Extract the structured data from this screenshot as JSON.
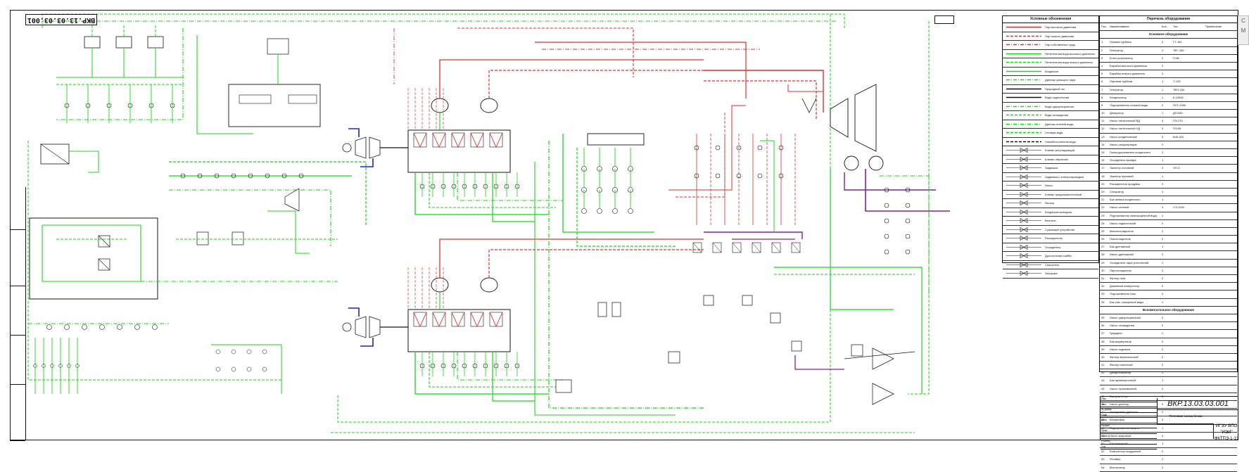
{
  "document": {
    "code": "ВКР.13.03.03.001",
    "code_rotated": "ВКР.13.03.03.001",
    "title": "Тепловая схема блока",
    "organization": "ИГЭУ ВПО \"ИЭИ\" ФКТПЭ-1-13"
  },
  "legend": {
    "header": "Условные обозначения",
    "items": [
      {
        "label": "Пар высокого давления",
        "color": "#e03030",
        "style": "solid"
      },
      {
        "label": "Пар низкого давления",
        "color": "#e03030",
        "style": "dashed"
      },
      {
        "label": "Пар собственных нужд",
        "color": "#e03030",
        "style": "dashdot"
      },
      {
        "label": "Питательная вода высокого давления",
        "color": "#18d818",
        "style": "solid"
      },
      {
        "label": "Питательная вода низкого давления",
        "color": "#18d818",
        "style": "dashed"
      },
      {
        "label": "Конденсат",
        "color": "#18d818",
        "style": "solid"
      },
      {
        "label": "Дренаж греющего пара",
        "color": "#18d818",
        "style": "dashdot"
      },
      {
        "label": "Природный газ",
        "color": "#111111",
        "style": "solid"
      },
      {
        "label": "Вода подпиточная",
        "color": "#111111",
        "style": "solid"
      },
      {
        "label": "Вода циркуляционная",
        "color": "#18d818",
        "style": "dashdot"
      },
      {
        "label": "Вода охлаждения",
        "color": "#18d818",
        "style": "dashed"
      },
      {
        "label": "Дренаж сетевой воды",
        "color": "#18d818",
        "style": "dashdot"
      },
      {
        "label": "Сетевая вода",
        "color": "#18d818",
        "style": "dashed"
      },
      {
        "label": "Химобессоленная вода",
        "color": "#111111",
        "style": "dashed"
      },
      {
        "label": "Клапан регулирующий",
        "color": "#111111",
        "style": "symbol"
      },
      {
        "label": "Клапан обратный",
        "color": "#111111",
        "style": "symbol"
      },
      {
        "label": "Задвижка",
        "color": "#111111",
        "style": "symbol"
      },
      {
        "label": "Задвижка с электроприводом",
        "color": "#111111",
        "style": "symbol"
      },
      {
        "label": "Насос",
        "color": "#111111",
        "style": "symbol"
      },
      {
        "label": "Клапан предохранительный",
        "color": "#111111",
        "style": "symbol"
      },
      {
        "label": "Фильтр",
        "color": "#111111",
        "style": "symbol"
      },
      {
        "label": "Конденсатоотводчик",
        "color": "#111111",
        "style": "symbol"
      },
      {
        "label": "Вентиль",
        "color": "#111111",
        "style": "symbol"
      },
      {
        "label": "Сужающее устройство",
        "color": "#111111",
        "style": "symbol"
      },
      {
        "label": "Расширитель",
        "color": "#111111",
        "style": "symbol"
      },
      {
        "label": "Охладитель",
        "color": "#111111",
        "style": "symbol"
      },
      {
        "label": "Дроссельная шайба",
        "color": "#111111",
        "style": "symbol"
      },
      {
        "label": "Смеситель",
        "color": "#111111",
        "style": "symbol"
      },
      {
        "label": "Заглушка",
        "color": "#111111",
        "style": "symbol"
      }
    ]
  },
  "spec": {
    "header": "Перечень оборудования",
    "columns": [
      "Поз.",
      "Наименование",
      "Кол.",
      "Тип",
      "Примечание"
    ],
    "section_main": "Основное оборудование",
    "section_aux": "Вспомогательное оборудование",
    "rows_main": [
      [
        "1",
        "Газовая турбина",
        "2",
        "ГТ-160",
        ""
      ],
      [
        "2",
        "Генератор",
        "2",
        "ТФГ-160",
        ""
      ],
      [
        "3",
        "Котел-утилизатор",
        "2",
        "П-88",
        ""
      ],
      [
        "4",
        "Барабан высокого давления",
        "2",
        "",
        ""
      ],
      [
        "5",
        "Барабан низкого давления",
        "2",
        "",
        ""
      ],
      [
        "6",
        "Паровая турбина",
        "1",
        "Т-125",
        ""
      ],
      [
        "7",
        "Генератор",
        "1",
        "ТФП-160",
        ""
      ],
      [
        "8",
        "Конденсатор",
        "1",
        "К-10000",
        ""
      ],
      [
        "9",
        "Подогреватель сетевой воды",
        "2",
        "ПСГ-2300",
        ""
      ],
      [
        "10",
        "Деаэратор",
        "1",
        "ДП-500",
        ""
      ],
      [
        "11",
        "Насос питательный ВД",
        "3",
        "ПЭ-270",
        ""
      ],
      [
        "12",
        "Насос питательный НД",
        "3",
        "ПЭ-65",
        ""
      ],
      [
        "13",
        "Насос конденсатный",
        "3",
        "КсВ-320",
        ""
      ],
      [
        "14",
        "Насос рециркуляции",
        "2",
        "",
        ""
      ],
      [
        "15",
        "Газоподогреватель конденсата",
        "2",
        "",
        ""
      ],
      [
        "16",
        "Охладитель выпара",
        "1",
        "",
        ""
      ],
      [
        "17",
        "Эжектор основной",
        "2",
        "ЭП-3",
        ""
      ],
      [
        "18",
        "Эжектор пусковой",
        "1",
        "",
        ""
      ],
      [
        "19",
        "Расширитель продувки",
        "2",
        "",
        ""
      ],
      [
        "20",
        "Сепаратор",
        "2",
        "",
        ""
      ],
      [
        "21",
        "Бак запаса конденсата",
        "1",
        "",
        ""
      ],
      [
        "22",
        "Насос сетевой",
        "3",
        "СЭ-1250",
        ""
      ],
      [
        "23",
        "Подогреватель химочищенной воды",
        "1",
        "",
        ""
      ],
      [
        "24",
        "Насос подпиточный",
        "2",
        "",
        ""
      ],
      [
        "25",
        "Маслоохладитель",
        "2",
        "",
        ""
      ],
      [
        "26",
        "Газоохладитель",
        "2",
        "",
        ""
      ],
      [
        "27",
        "Бак дренажный",
        "1",
        "",
        ""
      ],
      [
        "28",
        "Насос дренажный",
        "2",
        "",
        ""
      ],
      [
        "29",
        "Охладитель пара уплотнений",
        "1",
        "",
        ""
      ],
      [
        "30",
        "Пароохладитель",
        "2",
        "",
        ""
      ],
      [
        "31",
        "Фильтр газа",
        "2",
        "",
        ""
      ],
      [
        "32",
        "Дожимной компрессор",
        "2",
        "",
        ""
      ],
      [
        "33",
        "Подогреватель газа",
        "2",
        "",
        ""
      ],
      [
        "34",
        "Бак хим. очищенной воды",
        "1",
        "",
        ""
      ]
    ],
    "rows_aux": [
      [
        "35",
        "Насос циркуляционный",
        "2",
        "",
        ""
      ],
      [
        "36",
        "Насос охлаждения",
        "2",
        "",
        ""
      ],
      [
        "37",
        "Градирня",
        "1",
        "",
        ""
      ],
      [
        "38",
        "Бак-аккумулятор",
        "2",
        "",
        ""
      ],
      [
        "39",
        "Насос подкачки",
        "2",
        "",
        ""
      ],
      [
        "40",
        "Фильтр механический",
        "2",
        "",
        ""
      ],
      [
        "41",
        "Фильтр ионитный",
        "2",
        "",
        ""
      ],
      [
        "42",
        "Декарбонизатор",
        "1",
        "",
        ""
      ],
      [
        "43",
        "Бак промежуточный",
        "1",
        "",
        ""
      ],
      [
        "44",
        "Насос промывочный",
        "2",
        "",
        ""
      ],
      [
        "45",
        "Бак реагентов",
        "2",
        "",
        ""
      ],
      [
        "46",
        "Насос-дозатор",
        "2",
        "",
        ""
      ],
      [
        "47",
        "Охладитель дренажа",
        "2",
        "",
        ""
      ],
      [
        "48",
        "Калорифер",
        "2",
        "",
        ""
      ],
      [
        "49",
        "Подогреватель мазута",
        "1",
        "",
        ""
      ],
      [
        "50",
        "Насос мазутный",
        "2",
        "",
        ""
      ],
      [
        "51",
        "Бак мазутный",
        "1",
        "",
        ""
      ],
      [
        "52",
        "Компрессор воздушный",
        "2",
        "",
        ""
      ],
      [
        "53",
        "Ресивер",
        "1",
        "",
        ""
      ],
      [
        "54",
        "Вентилятор",
        "2",
        "",
        ""
      ]
    ]
  },
  "title_block": {
    "rows": [
      "Изм.",
      "Лист",
      "№ докум.",
      "Подп.",
      "Дата",
      "Разраб.",
      "Пров.",
      "Т.контр.",
      "Н.контр.",
      "Утв."
    ]
  },
  "colors": {
    "steam": "#e03030",
    "water": "#18d818",
    "gas": "#2020c0",
    "fuel": "#8020a0",
    "line": "#111111"
  },
  "side_tab": "С",
  "side_tab2": "М"
}
